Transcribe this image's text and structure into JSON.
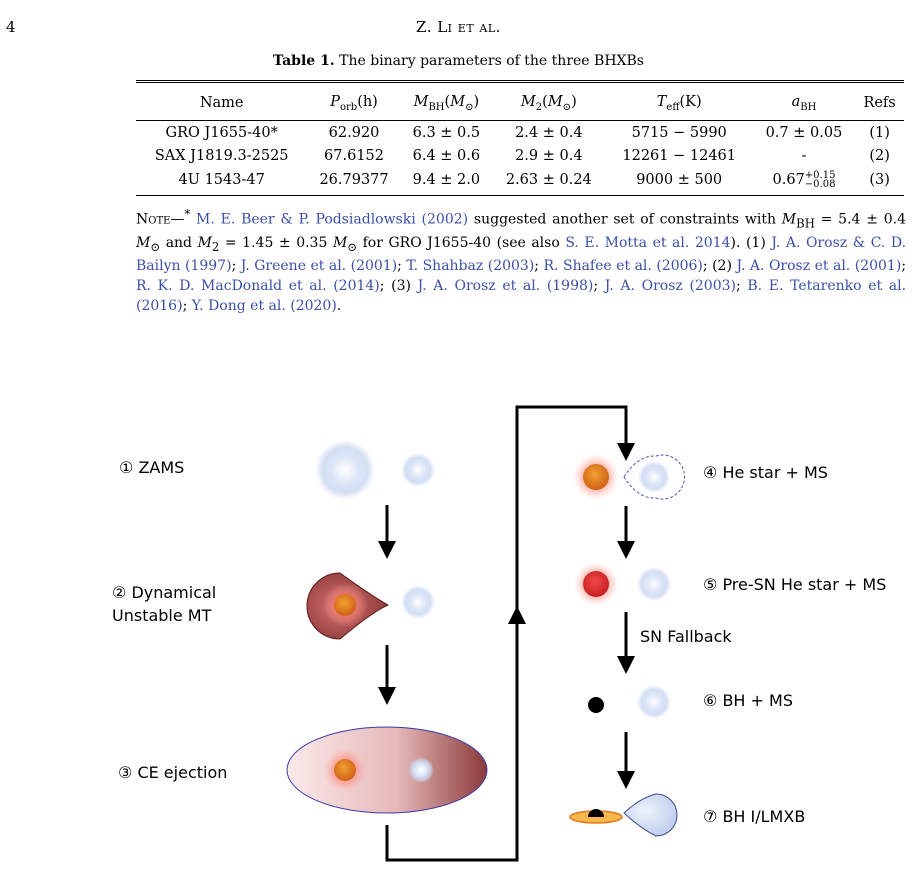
{
  "header": {
    "page_number": "4",
    "authors": "Z. Li et al."
  },
  "table": {
    "label": "Table 1.",
    "caption": "The binary parameters of the three BHXBs",
    "columns": [
      "Name",
      "P_orb(h)",
      "M_BH(M_⊙)",
      "M_2(M_⊙)",
      "T_eff(K)",
      "a_BH",
      "Refs"
    ],
    "rows": [
      {
        "name": "GRO J1655-40*",
        "porb": "62.920",
        "mbh": "6.3 ± 0.5",
        "m2": "2.4 ± 0.4",
        "teff": "5715 − 5990",
        "abh": "0.7 ± 0.05",
        "refs": "(1)"
      },
      {
        "name": "SAX J1819.3-2525",
        "porb": "67.6152",
        "mbh": "6.4 ± 0.6",
        "m2": "2.9 ± 0.4",
        "teff": "12261 − 12461",
        "abh": "-",
        "refs": "(2)"
      },
      {
        "name": "4U 1543-47",
        "porb": "26.79377",
        "mbh": "9.4 ± 2.0",
        "m2": "2.63 ± 0.24",
        "teff": "9000 ± 500",
        "abh": "0.67",
        "abh_up": "+0.15",
        "abh_lo": "−0.08",
        "refs": "(3)"
      }
    ]
  },
  "note": {
    "label": "Note—",
    "star": "*",
    "seg1_ref": "M. E. Beer & P. Podsiadlowski",
    "seg1_yr": "2002",
    "seg2": "suggested another set of constraints with",
    "mbh_val": "= 5.4 ± 0.4",
    "and": "and",
    "m2_val": "= 1.45 ± 0.35",
    "for_text": "for GRO J1655-40 (see also",
    "ref_motta": "S. E. Motta et al. 2014",
    "c1": "). (1)",
    "r_orosz97": "J. A. Orosz & C. D. Bailyn (1997)",
    "r_greene": "J. Greene et al. (2001)",
    "r_shahbaz": "T. Shahbaz (2003)",
    "r_shafee": "R. Shafee et al. (2006)",
    "c2": "; (2)",
    "r_orosz01": "J. A. Orosz et al. (2001)",
    "r_macdonald": "R. K. D. MacDonald et al. (2014)",
    "c3": "; (3)",
    "r_orosz98": "J. A. Orosz et al. (1998)",
    "r_orosz03": "J. A. Orosz (2003)",
    "r_tetarenko": "B. E. Tetarenko et al. (2016)",
    "r_dong": "Y. Dong et al. (2020)"
  },
  "figure": {
    "stages": [
      {
        "num": "①",
        "label": "ZAMS"
      },
      {
        "num": "②",
        "label": "Dynamical",
        "label2": "Unstable MT"
      },
      {
        "num": "③",
        "label": "CE ejection"
      },
      {
        "num": "④",
        "label": "He star + MS"
      },
      {
        "num": "⑤",
        "label": "Pre-SN He star + MS"
      },
      {
        "num": "⑥",
        "label": "BH + MS"
      },
      {
        "num": "⑦",
        "label": "BH I/LMXB"
      }
    ],
    "sn_label": "SN Fallback",
    "colors": {
      "ms_star": "#c9d6f0",
      "he_star": "#d86a1a",
      "presn_star": "#d42a28",
      "glow": "#ff6d5e",
      "envelope_dark": "#8b3a3a",
      "envelope_light": "#f6dada",
      "accretor": "#c8d6f0"
    }
  }
}
